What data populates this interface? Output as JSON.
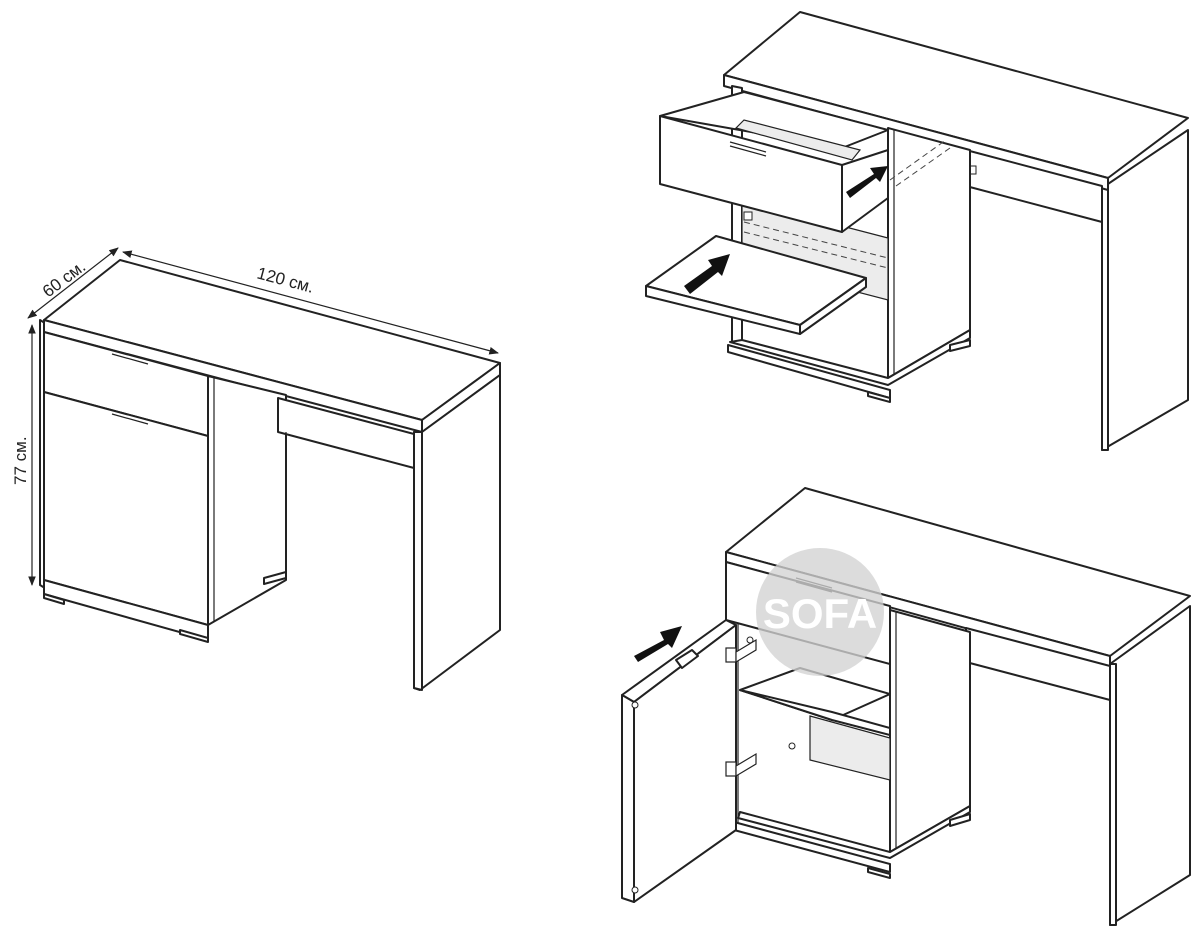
{
  "dimensions": {
    "depth": "60 см.",
    "width": "120 см.",
    "height": "77 см."
  },
  "watermark": {
    "text": "SOFA",
    "color": "#d2d2d2"
  },
  "colors": {
    "line": "#222222",
    "background": "#ffffff",
    "arrow": "#111111"
  }
}
